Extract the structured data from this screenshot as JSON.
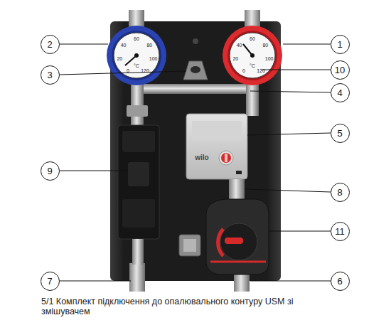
{
  "diagram": {
    "caption": "5/1 Комплект підключення до опалювального контуру USM зі змішувачем",
    "nodes": [
      {
        "text": [
          "2"
        ]
      },
      {
        "text": [
          "1"
        ]
      },
      {
        "text": [
          "10"
        ]
      },
      {
        "text": [
          "3"
        ]
      },
      {
        "text": [
          "4"
        ]
      },
      {
        "text": [
          "5"
        ]
      },
      {
        "text": [
          "9"
        ]
      },
      {
        "text": [
          "8"
        ]
      },
      {
        "text": [
          "11"
        ]
      },
      {
        "text": [
          "7"
        ]
      },
      {
        "text": [
          "6"
        ]
      }
    ],
    "labels": [
      "wilo",
      "0",
      "20",
      "40",
      "60",
      "80",
      "100",
      "120",
      "°C",
      "0",
      "20",
      "40",
      "60",
      "80",
      "100",
      "120",
      "°C"
    ]
  }
}
